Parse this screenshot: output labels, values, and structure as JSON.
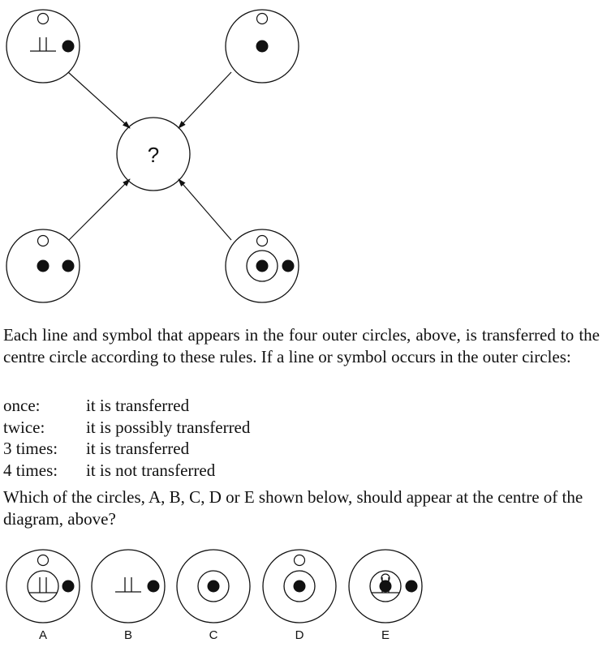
{
  "diagram": {
    "center_symbol": "?"
  },
  "text": {
    "intro": "Each line and symbol that appears in the four outer circles, above, is transferred to the centre circle according to these rules. If a line or symbol occurs in the outer circles:",
    "rules": [
      {
        "key": "once:",
        "value": "it is transferred"
      },
      {
        "key": "twice:",
        "value": "it is possibly transferred"
      },
      {
        "key": "3 times:",
        "value": "it is transferred"
      },
      {
        "key": "4 times:",
        "value": "it is not transferred"
      }
    ],
    "question": "Which of the circles, A, B, C, D or E shown below, should appear at the centre of the diagram, above?"
  },
  "options": [
    {
      "label": "A"
    },
    {
      "label": "B"
    },
    {
      "label": "C"
    },
    {
      "label": "D"
    },
    {
      "label": "E"
    }
  ]
}
